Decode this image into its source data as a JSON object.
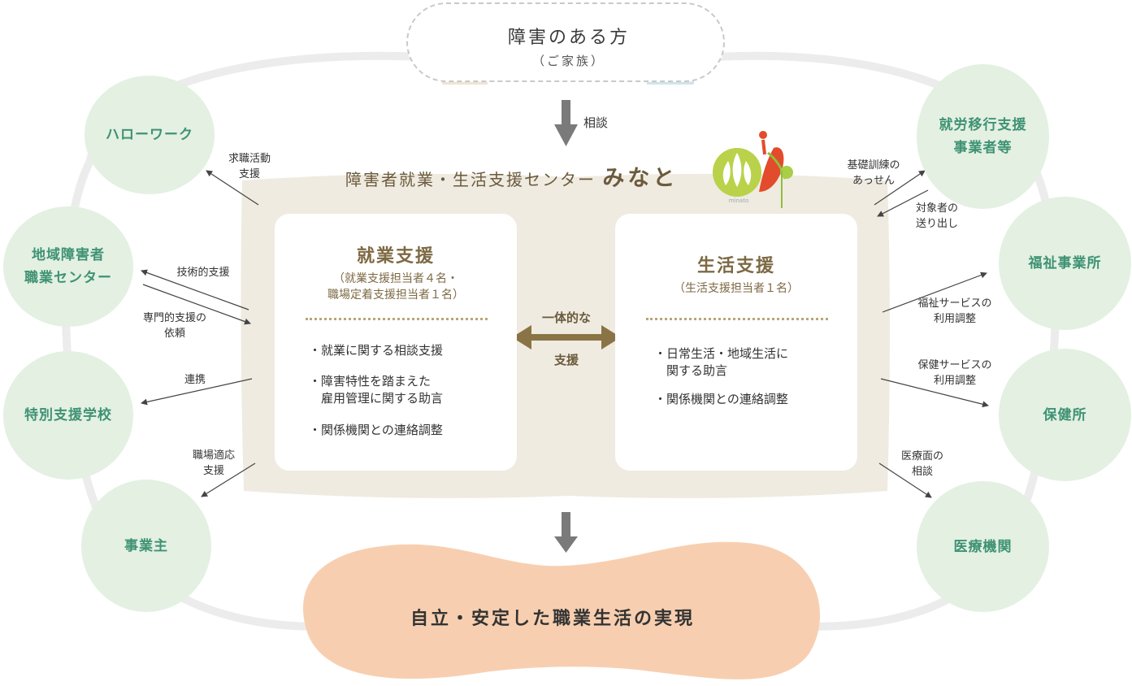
{
  "family": {
    "title": "障害のある方",
    "subtitle": "（ご家族）"
  },
  "consult_label": "相談",
  "center": {
    "title_prefix": "障害者就業・生活支援センター",
    "title_name": "みなと",
    "logo_text": "minato"
  },
  "employment": {
    "title": "就業支援",
    "subtitle": "（就業支援担当者４名・\n職場定着支援担当者１名）",
    "items": [
      "・就業に関する相談支援",
      "・障害特性を踏まえた\n　雇用管理に関する助言",
      "・関係機関との連絡調整"
    ]
  },
  "life": {
    "title": "生活支援",
    "subtitle": "（生活支援担当者１名）",
    "items": [
      "・日常生活・地域生活に\n　関する助言",
      "・関係機関との連絡調整"
    ]
  },
  "integrated": {
    "top": "一体的な",
    "bottom": "支援"
  },
  "nodes": {
    "hellowork": "ハローワーク",
    "vocational_center": "地域障害者\n職業センター",
    "special_school": "特別支援学校",
    "employer": "事業主",
    "transition_support": "就労移行支援\n事業者等",
    "welfare_office": "福祉事業所",
    "health_center": "保健所",
    "medical": "医療機関"
  },
  "arrow_labels": {
    "job_hunting": "求職活動\n支援",
    "technical": "技術的支援",
    "specialized": "専門的支援の\n依頼",
    "cooperation": "連携",
    "adaptation": "職場適応\n支援",
    "basic_training": "基礎訓練の\nあっせん",
    "send_out": "対象者の\n送り出し",
    "welfare_service": "福祉サービスの\n利用調整",
    "health_service": "保健サービスの\n利用調整",
    "medical_consult": "医療面の\n相談"
  },
  "result": "自立・安定した職業生活の実現",
  "colors": {
    "green_circle": "#e3f0e2",
    "green_text": "#3f9274",
    "panel": "#efebe1",
    "brown": "#7d6943",
    "result_blob": "#f7cfb0"
  }
}
